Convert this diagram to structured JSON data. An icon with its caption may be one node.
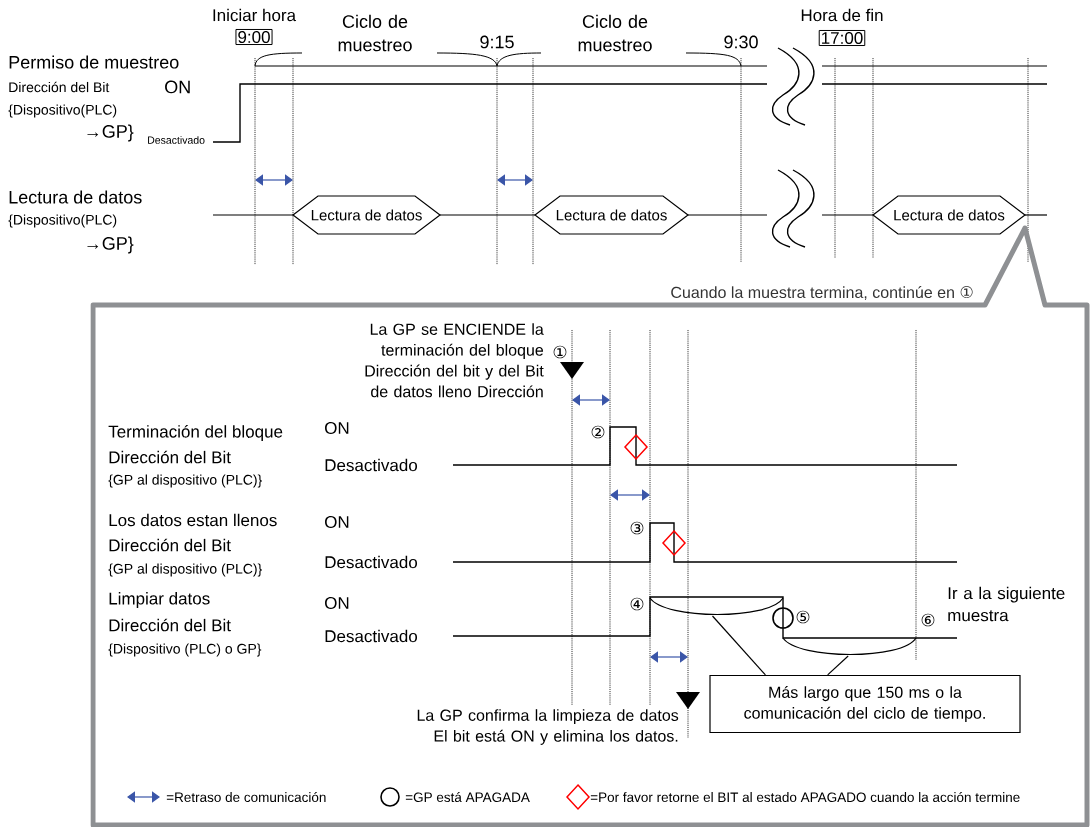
{
  "diagram": {
    "nodes": [
      {
        "text": [
          "9:00"
        ],
        "beside": [
          "Iniciar hora"
        ]
      },
      {
        "text": [
          "17:00"
        ],
        "beside": [
          "Hora de fin"
        ]
      },
      {
        "text": [
          "Lectura de datos"
        ]
      },
      {
        "text": [
          "Lectura de datos"
        ]
      },
      {
        "text": [
          "Lectura de datos"
        ]
      },
      {
        "text": [
          "Cuando la muestra termina, continúe en ①"
        ]
      },
      {
        "text": [
          "Más largo que 150 ms o la comunicación del ciclo de tiempo."
        ],
        "in": 5
      },
      {
        "text": [],
        "shape": "arc",
        "in": 5
      },
      {
        "text": [],
        "shape": "arc",
        "in": 5
      }
    ],
    "edges": [
      {
        "from": 6,
        "to": 7,
        "arrow": "none"
      },
      {
        "from": 6,
        "to": 8,
        "arrow": "none"
      }
    ],
    "labels": [
      "Ciclo de muestreo",
      "9:15",
      "Ciclo de muestreo",
      "9:30",
      "Permiso de muestreo",
      "Dirección del Bit",
      "ON",
      "{Dispositivo(PLC)",
      "→GP}",
      "Desactivado",
      "Lectura de datos",
      "{Dispositivo(PLC)",
      "→GP}",
      "La GP se ENCIENDE la terminación del bloque Dirección del bit y del Bit de datos lleno Dirección",
      "①",
      "Terminación del bloque",
      "ON",
      "Dirección del Bit",
      "Desactivado",
      "{GP al dispositivo (PLC)}",
      "②",
      "Los datos estan llenos",
      "ON",
      "Dirección del Bit",
      "{GP al dispositivo (PLC)}",
      "Desactivado",
      "③",
      "Limpiar datos",
      "ON",
      "Dirección del Bit",
      "Desactivado",
      "{Dispositivo (PLC) o GP}",
      "④",
      "⑤",
      "Ir a la siguiente muestra",
      "⑥",
      "La GP confirma la limpieza de datos El bit está ON y elimina los datos."
    ],
    "legend": [
      {
        "text": "=Retraso de comunicación"
      },
      {
        "text": "=GP está APAGADA"
      },
      {
        "text": "=Por favor retorne el BIT al estado APAGADO cuando la acción termine"
      }
    ]
  }
}
